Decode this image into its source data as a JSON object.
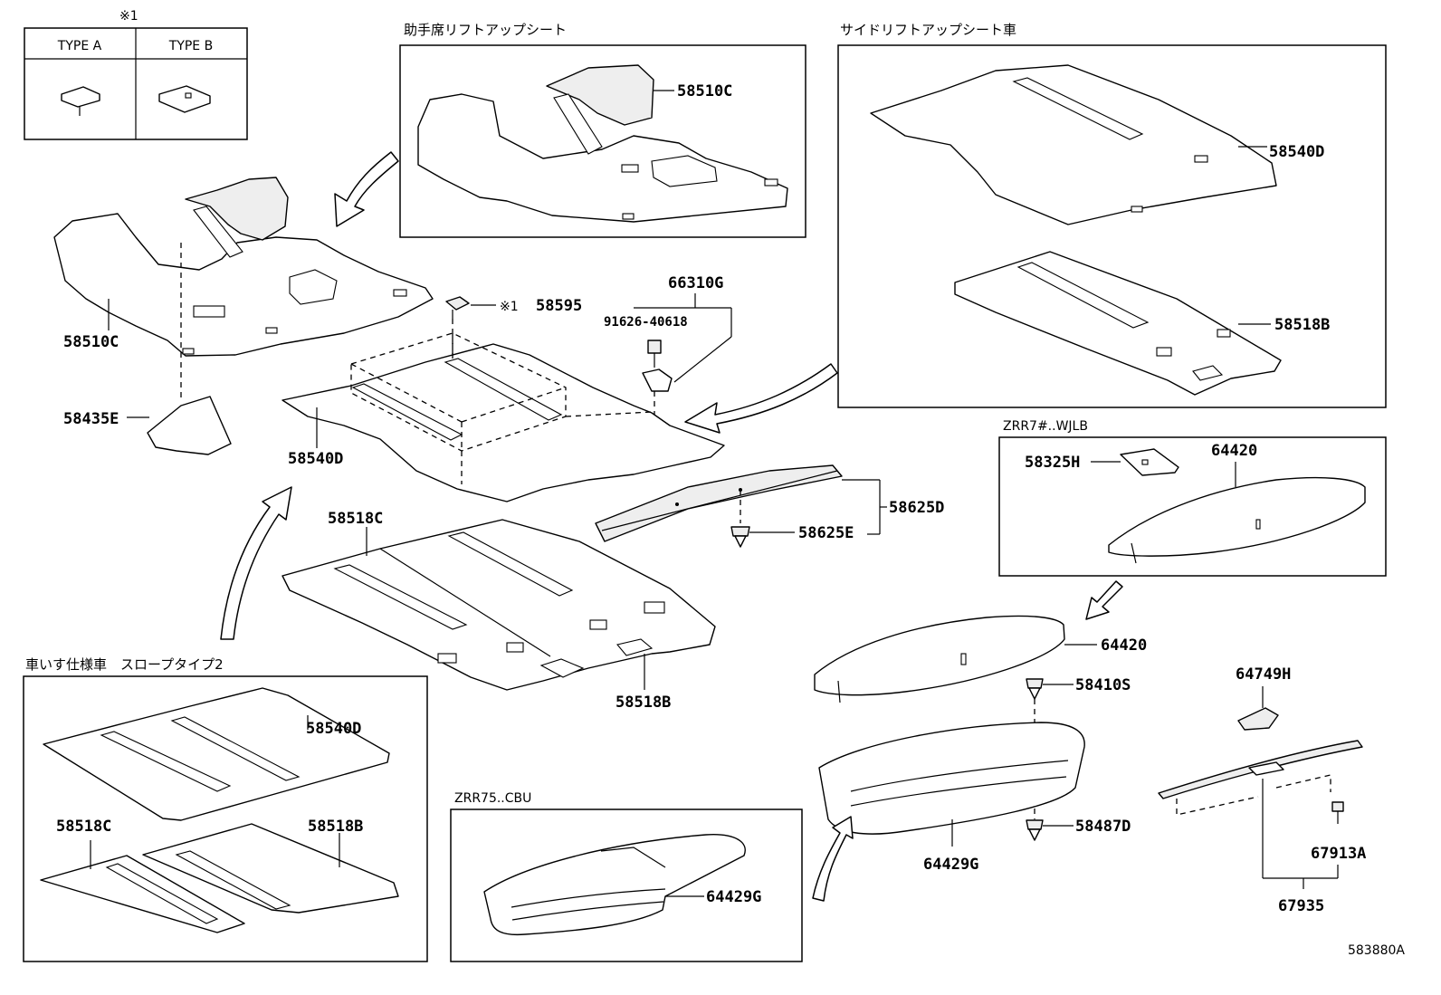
{
  "note_mark": "※1",
  "type_table": {
    "col_a": "TYPE A",
    "col_b": "TYPE B"
  },
  "panels": {
    "passenger_lift": "助手席リフトアップシート",
    "side_lift": "サイドリフトアップシート車",
    "wheelchair": "車いす仕様車　スロープタイプ2",
    "zrr7_wjlb": "ZRR7#..WJLB",
    "zrr75_cbu": "ZRR75..CBU"
  },
  "parts": {
    "p58510C_top": "58510C",
    "p58540D_side": "58540D",
    "p58518B_side": "58518B",
    "p58510C_main": "58510C",
    "p58435E": "58435E",
    "p58595_mark": "※1",
    "p58595": "58595",
    "p66310G": "66310G",
    "p91626": "91626-40618",
    "p58540D_main": "58540D",
    "p58518C_main": "58518C",
    "p58518B_main": "58518B",
    "p58625D": "58625D",
    "p58625E": "58625E",
    "p58325H": "58325H",
    "p64420_box": "64420",
    "p64420_main": "64420",
    "p58410S": "58410S",
    "p64749H": "64749H",
    "p58487D": "58487D",
    "p64429G_main": "64429G",
    "p67913A": "67913A",
    "p67935": "67935",
    "p58540D_wc": "58540D",
    "p58518C_wc": "58518C",
    "p58518B_wc": "58518B",
    "p64429G_box": "64429G"
  },
  "diagram_id": "583880A"
}
